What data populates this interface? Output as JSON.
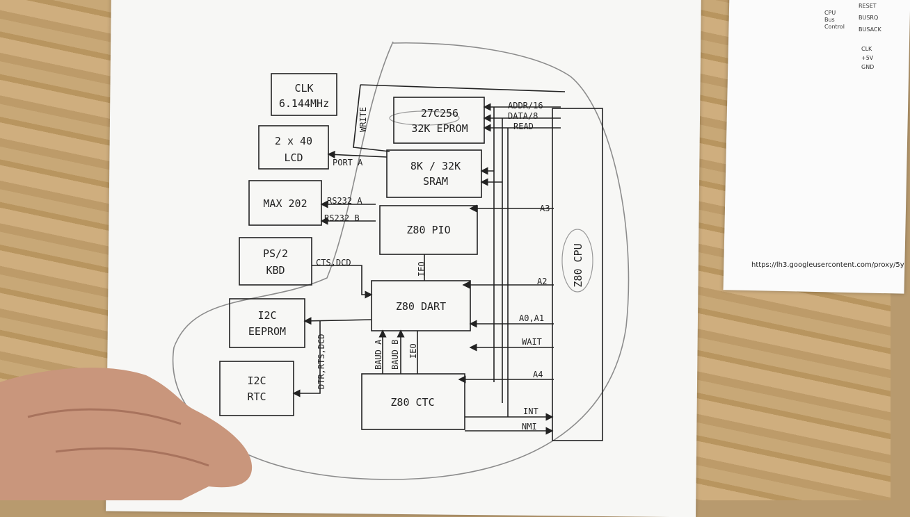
{
  "blocks": {
    "clk": [
      "CLK",
      "6.144MHz"
    ],
    "lcd": [
      "2 x 40",
      "LCD"
    ],
    "max202": [
      "MAX 202"
    ],
    "ps2": [
      "PS/2",
      "KBD"
    ],
    "eeprom": [
      "I2C",
      "EEPROM"
    ],
    "rtc": [
      "I2C",
      "RTC"
    ],
    "eprom": [
      "27C256",
      "32K EPROM"
    ],
    "sram": [
      "8K / 32K",
      "SRAM"
    ],
    "pio": [
      "Z80 PIO"
    ],
    "dart": [
      "Z80 DART"
    ],
    "ctc": [
      "Z80 CTC"
    ],
    "cpu": [
      "Z80 CPU"
    ]
  },
  "signals": {
    "write": "WRITE",
    "addr": "ADDR/16",
    "data": "DATA/8",
    "read": "READ",
    "port_a": "PORT A",
    "rs232_a": "RS232 A",
    "rs232_b": "RS232 B",
    "cts_dcd": "CTS,DCD",
    "ieo_pio": "IEO",
    "a3": "A3",
    "a2": "A2",
    "a0_a1": "A0,A1",
    "wait": "WAIT",
    "a4": "A4",
    "int": "INT",
    "nmi": "NMI",
    "dtr_rts_dcd": "DTR,RTS,DCD",
    "baud_a": "BAUD A",
    "baud_b": "BAUD B",
    "ieo_dart": "IEO"
  },
  "side_sheet": {
    "cpu_group": [
      "CPU",
      "Bus",
      "Control"
    ],
    "pins": [
      "RESET",
      "BUSRQ",
      "BUSACK"
    ],
    "power": [
      "CLK",
      "+5V",
      "GND"
    ],
    "url": "https://lh3.googleusercontent.com/proxy/5y"
  }
}
